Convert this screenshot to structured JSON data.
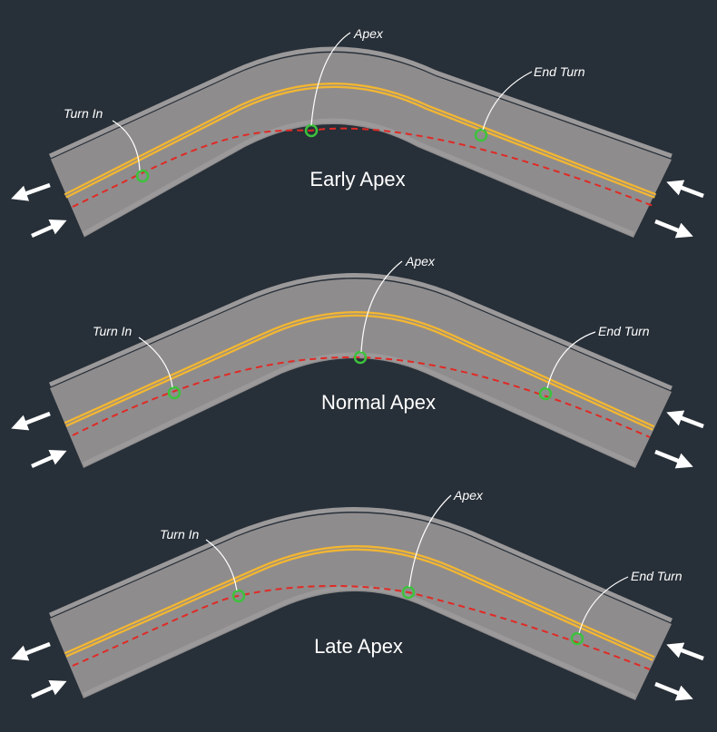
{
  "colors": {
    "background": "#272f38",
    "road_surface": "#8f8c8d",
    "road_edge": "#9b999a",
    "center_line": "#f2b632",
    "racing_line": "#e02a25",
    "marker": "#3cc23c",
    "callout_line": "#ffffff",
    "arrow": "#ffffff"
  },
  "icons": {
    "traffic_left": "arrow-left-icon",
    "traffic_right": "arrow-right-icon"
  },
  "panels": [
    {
      "title": "Early Apex",
      "turn_in_label": "Turn In",
      "apex_label": "Apex",
      "end_turn_label": "End Turn"
    },
    {
      "title": "Normal Apex",
      "turn_in_label": "Turn In",
      "apex_label": "Apex",
      "end_turn_label": "End Turn"
    },
    {
      "title": "Late Apex",
      "turn_in_label": "Turn In",
      "apex_label": "Apex",
      "end_turn_label": "End Turn"
    }
  ]
}
